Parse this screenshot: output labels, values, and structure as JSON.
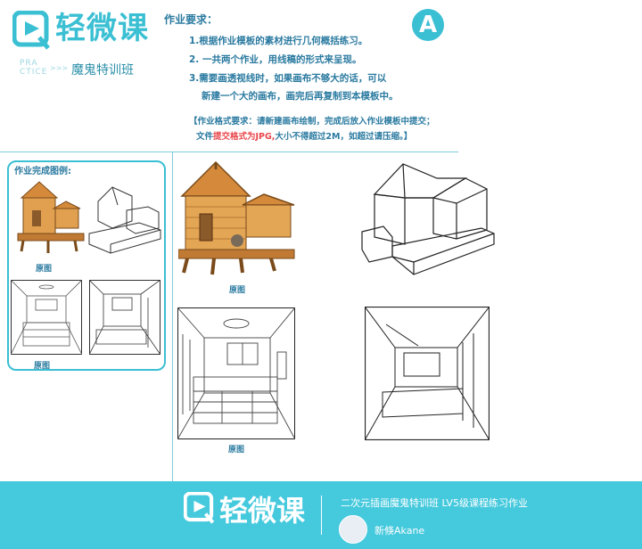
{
  "logo": {
    "text": "轻微课",
    "practice_line1": "PRA",
    "practice_line2": "CTICE",
    "arrows": ">>>",
    "class_name": "魔鬼特训班"
  },
  "badge": "A",
  "requirements": {
    "title": "作业要求：",
    "items": [
      "1.根据作业模板的素材进行几何概括练习。",
      "2. 一共两个作业，用线稿的形式来呈现。",
      "3.需要画透视线时，如果画布不够大的话，可以",
      "新建一个大的画布，画完后再复制到本模板中。"
    ],
    "format_line1": "【作业格式要求：请新建画布绘制，完成后放入作业模板中提交；",
    "format_line2_pre": "文件",
    "format_line2_red": "提交格式为JPG,",
    "format_line2_post": "大小不得超过2M，如超过请压缩。】"
  },
  "example": {
    "title": "作业完成图例:",
    "caption_top": "原图",
    "caption_bottom": "原图"
  },
  "main": {
    "caption_top": "原图",
    "caption_bottom": "原图"
  },
  "footer": {
    "logo_text": "轻微课",
    "course": "二次元插画魔鬼特训班 LV5级课程练习作业",
    "author": "新倏Akane"
  },
  "colors": {
    "accent": "#3bbfd3",
    "text": "#2a7aa0",
    "highlight": "#e8464b",
    "footer_bg": "#45c9dd"
  }
}
